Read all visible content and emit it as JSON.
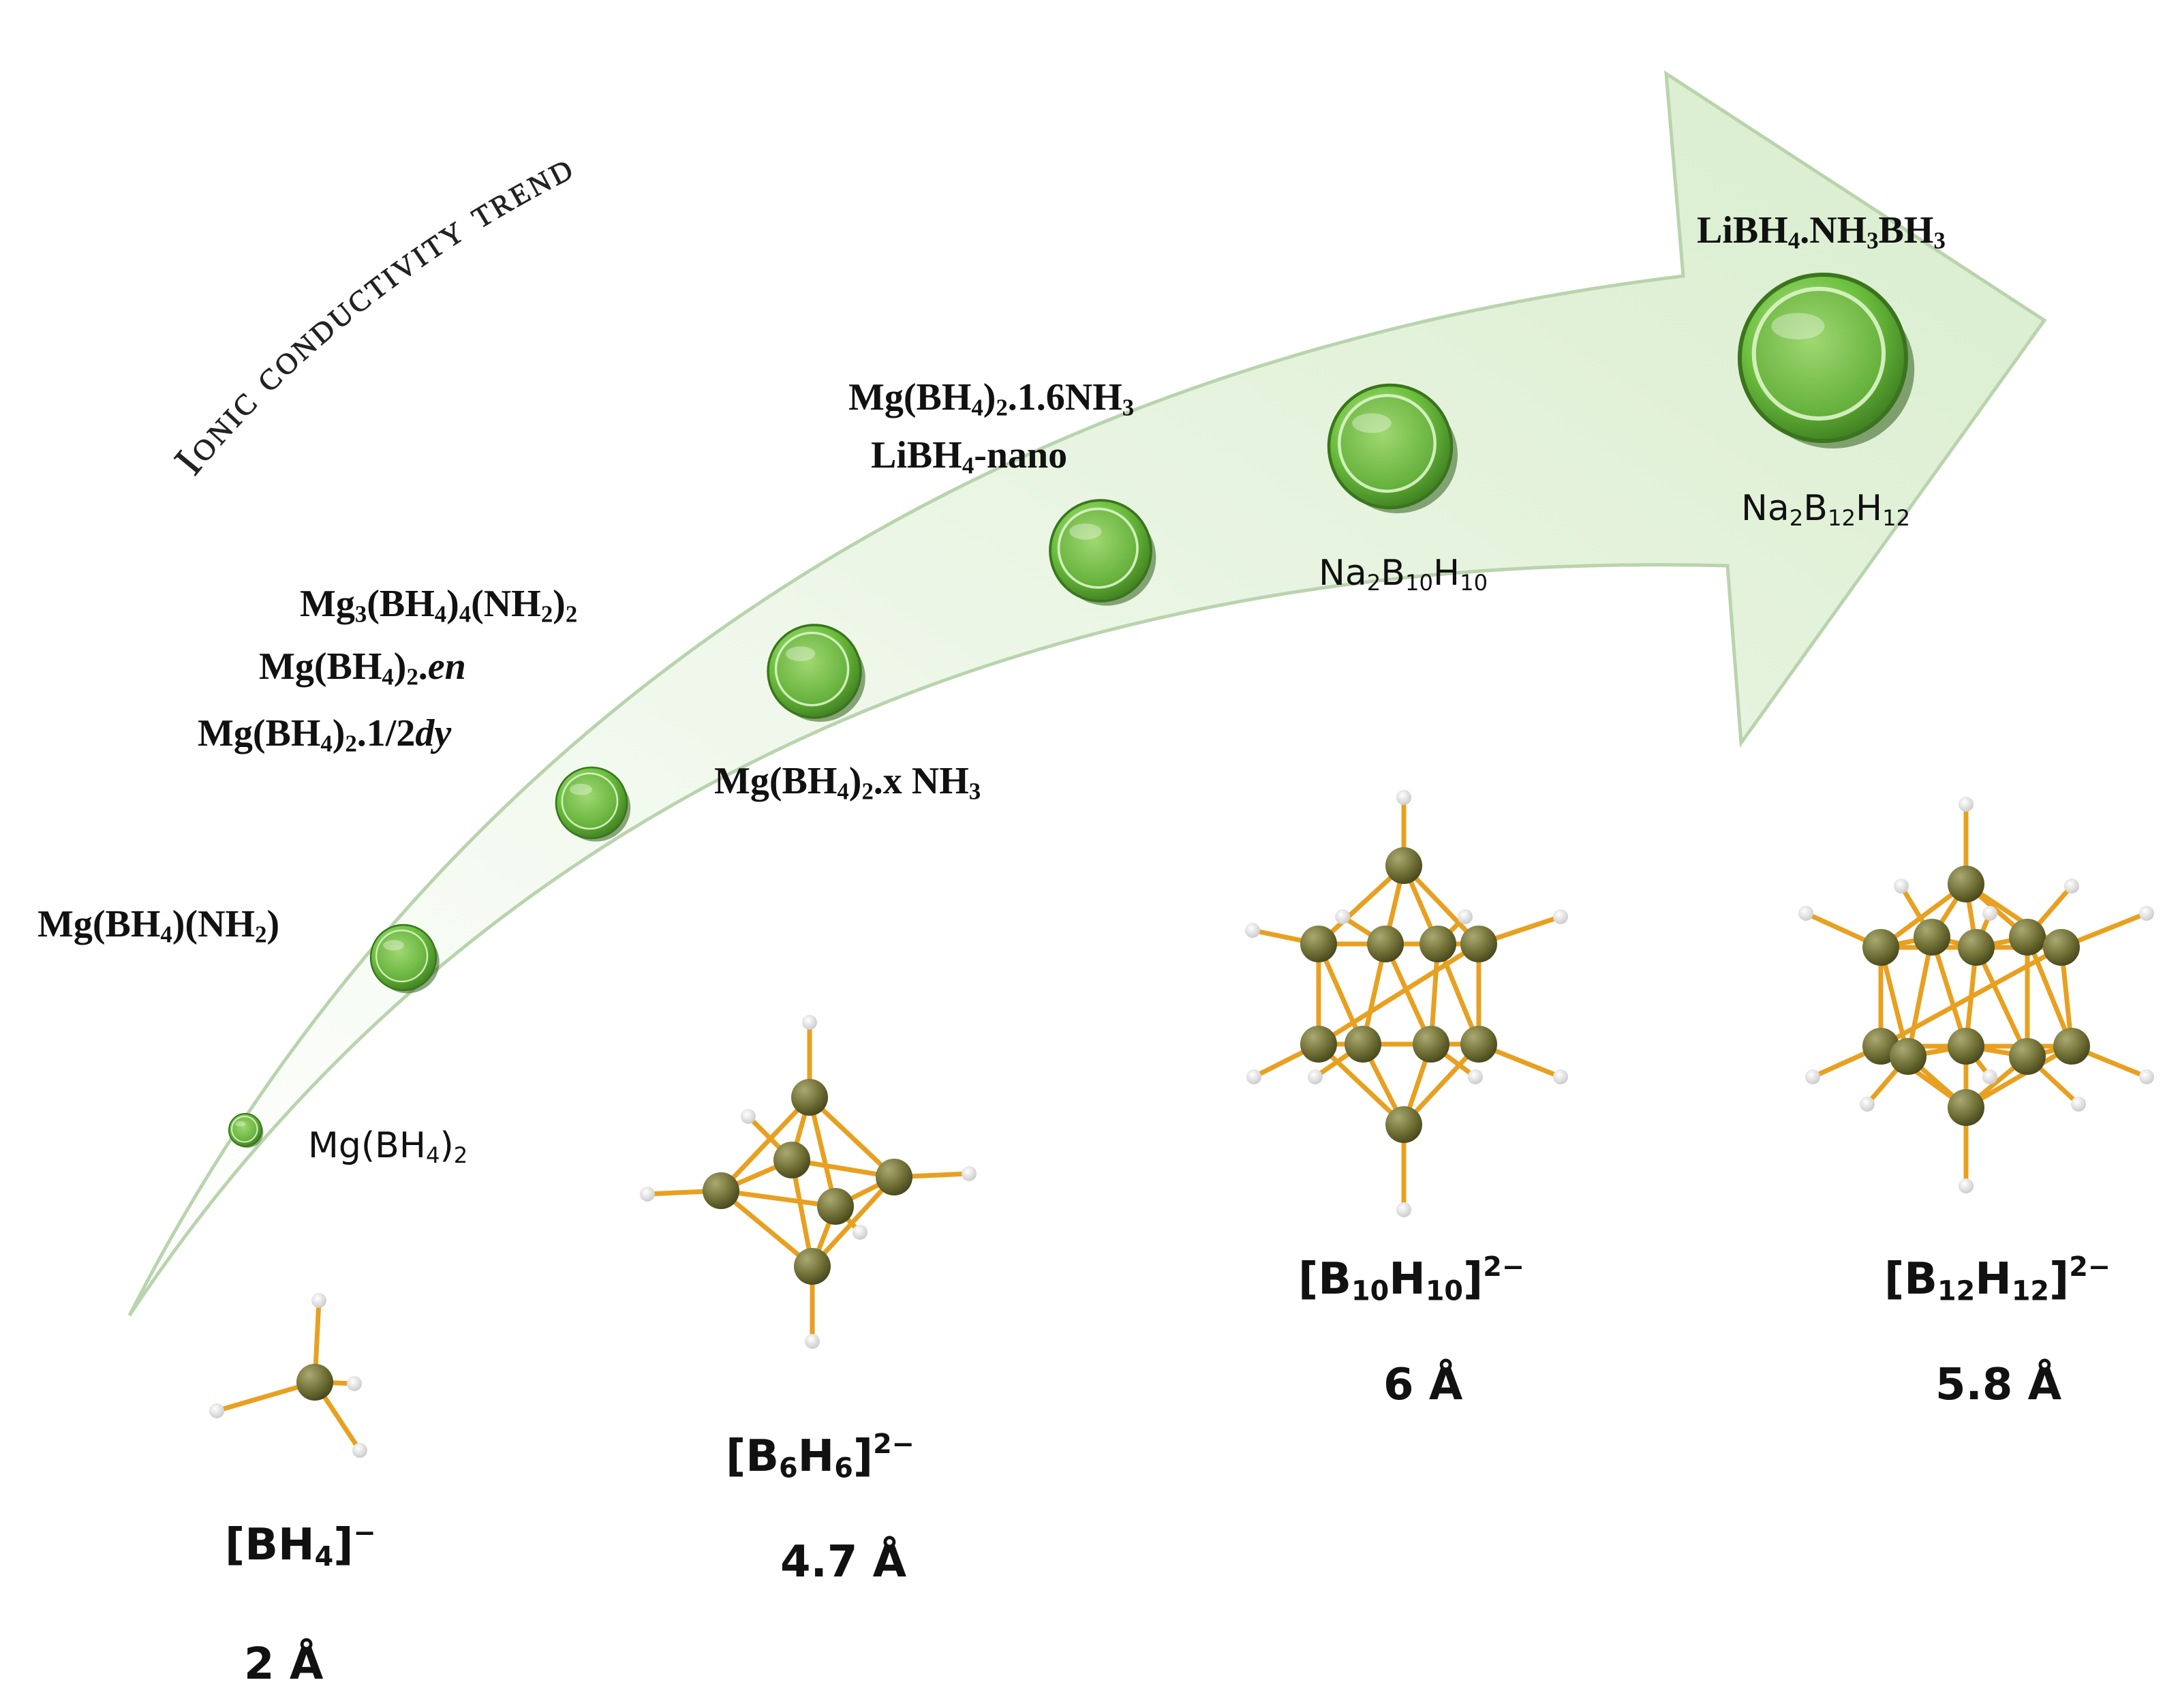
{
  "trend_title": "Ionic conductivity trend",
  "compounds": [
    {
      "key": "mg_bh4_2",
      "parts": [
        [
          "t",
          "Mg(BH"
        ],
        [
          "s",
          "4"
        ],
        [
          "t",
          ")"
        ],
        [
          "s",
          "2"
        ]
      ]
    },
    {
      "key": "mg_bh4_nh2",
      "parts": [
        [
          "t",
          "Mg(BH"
        ],
        [
          "s",
          "4"
        ],
        [
          "t",
          ")(NH"
        ],
        [
          "s",
          "2"
        ],
        [
          "t",
          ")"
        ]
      ]
    },
    {
      "key": "mg3",
      "parts": [
        [
          "t",
          "Mg"
        ],
        [
          "s",
          "3"
        ],
        [
          "t",
          "(BH"
        ],
        [
          "s",
          "4"
        ],
        [
          "t",
          ")"
        ],
        [
          "s",
          "4"
        ],
        [
          "t",
          "(NH"
        ],
        [
          "s",
          "2"
        ],
        [
          "t",
          ")"
        ],
        [
          "s",
          "2"
        ]
      ]
    },
    {
      "key": "mg_en",
      "parts": [
        [
          "t",
          "Mg(BH"
        ],
        [
          "s",
          "4"
        ],
        [
          "t",
          ")"
        ],
        [
          "s",
          "2"
        ],
        [
          "t",
          "."
        ],
        [
          "i",
          "en"
        ]
      ]
    },
    {
      "key": "mg_dy",
      "parts": [
        [
          "t",
          "Mg(BH"
        ],
        [
          "s",
          "4"
        ],
        [
          "t",
          ")"
        ],
        [
          "s",
          "2"
        ],
        [
          "t",
          ".1/2"
        ],
        [
          "i",
          "dy"
        ]
      ]
    },
    {
      "key": "mg_xnh3",
      "parts": [
        [
          "t",
          "Mg(BH"
        ],
        [
          "s",
          "4"
        ],
        [
          "t",
          ")"
        ],
        [
          "s",
          "2"
        ],
        [
          "t",
          ".x NH"
        ],
        [
          "s",
          "3"
        ]
      ]
    },
    {
      "key": "mg_16nh3",
      "parts": [
        [
          "t",
          "Mg(BH"
        ],
        [
          "s",
          "4"
        ],
        [
          "t",
          ")"
        ],
        [
          "s",
          "2"
        ],
        [
          "t",
          ".1.6NH"
        ],
        [
          "s",
          "3"
        ]
      ]
    },
    {
      "key": "libh4_nano",
      "parts": [
        [
          "t",
          "LiBH"
        ],
        [
          "s",
          "4"
        ],
        [
          "t",
          "-nano"
        ]
      ]
    },
    {
      "key": "na2b10",
      "parts": [
        [
          "t",
          "Na"
        ],
        [
          "s",
          "2"
        ],
        [
          "t",
          "B"
        ],
        [
          "s",
          "10"
        ],
        [
          "t",
          "H"
        ],
        [
          "s",
          "10"
        ]
      ]
    },
    {
      "key": "libh4_nh3bh3",
      "parts": [
        [
          "t",
          "LiBH"
        ],
        [
          "s",
          "4"
        ],
        [
          "t",
          ".NH"
        ],
        [
          "s",
          "3"
        ],
        [
          "t",
          "BH"
        ],
        [
          "s",
          "3"
        ]
      ]
    },
    {
      "key": "na2b12",
      "parts": [
        [
          "t",
          "Na"
        ],
        [
          "s",
          "2"
        ],
        [
          "t",
          "B"
        ],
        [
          "s",
          "12"
        ],
        [
          "t",
          "H"
        ],
        [
          "s",
          "12"
        ]
      ]
    }
  ],
  "anions": [
    {
      "key": "bh4",
      "formula": [
        [
          "t",
          "[BH"
        ],
        [
          "s",
          "4"
        ],
        [
          "t",
          "]"
        ],
        [
          "p",
          "−"
        ]
      ],
      "size": "2 Å"
    },
    {
      "key": "b6h6",
      "formula": [
        [
          "t",
          "[B"
        ],
        [
          "s",
          "6"
        ],
        [
          "t",
          "H"
        ],
        [
          "s",
          "6"
        ],
        [
          "t",
          "]"
        ],
        [
          "p",
          "2−"
        ]
      ],
      "size": "4.7 Å"
    },
    {
      "key": "b10h10",
      "formula": [
        [
          "t",
          "[B"
        ],
        [
          "s",
          "10"
        ],
        [
          "t",
          "H"
        ],
        [
          "s",
          "10"
        ],
        [
          "t",
          "]"
        ],
        [
          "p",
          "2−"
        ]
      ],
      "size": "6 Å"
    },
    {
      "key": "b12h12",
      "formula": [
        [
          "t",
          "[B"
        ],
        [
          "s",
          "12"
        ],
        [
          "t",
          "H"
        ],
        [
          "s",
          "12"
        ],
        [
          "t",
          "]"
        ],
        [
          "p",
          "2−"
        ]
      ],
      "size": "5.8 Å"
    }
  ],
  "colors": {
    "arrow_fill": "#e9f5e3",
    "arrow_stroke": "#b9d4ad",
    "sphere_green": "#6cc03e",
    "sphere_dark": "#3f7f22",
    "boron": "#707036",
    "bond": "#e8a020",
    "hydrogen": "#ffffff"
  }
}
